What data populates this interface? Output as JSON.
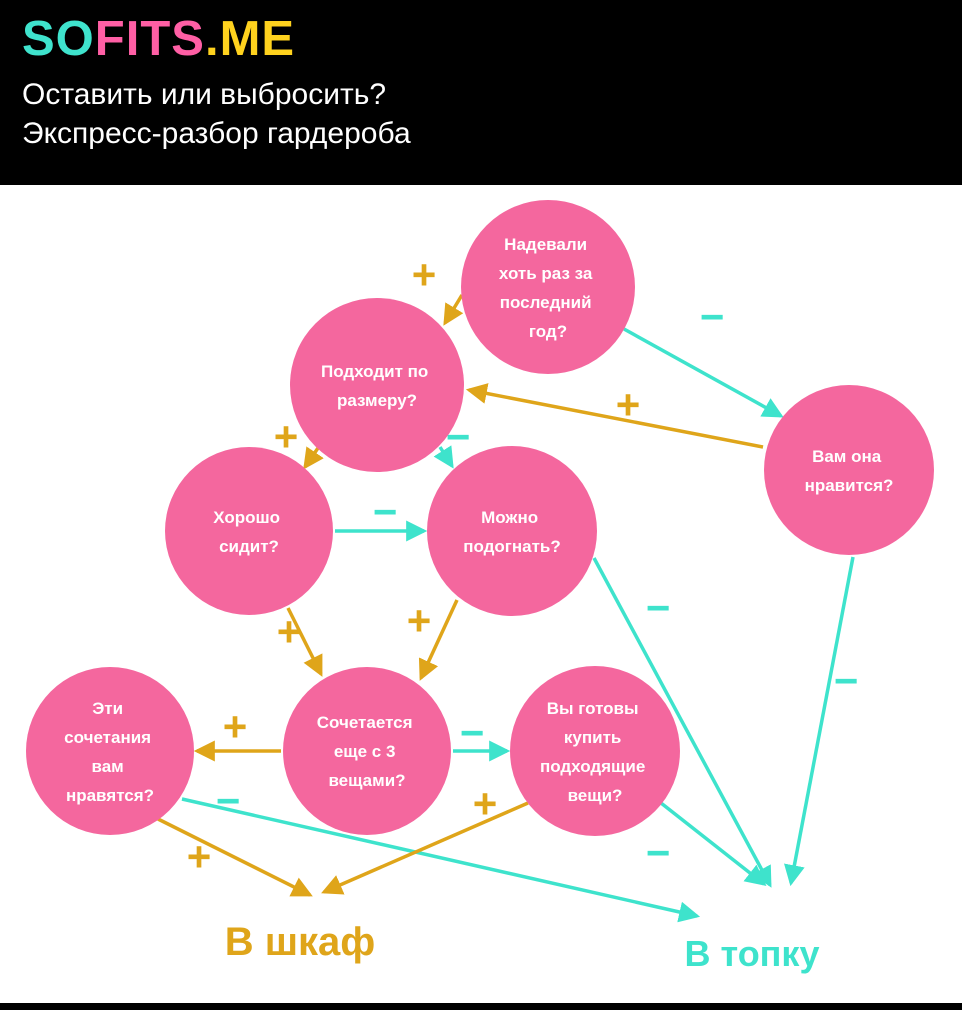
{
  "header": {
    "logo": {
      "part1": "SO",
      "part2": "FITS",
      "part3": ".ME"
    },
    "title_line1": "Оставить или выбросить?",
    "title_line2": "Экспресс-разбор гардероба"
  },
  "colors": {
    "header_bg": "#000000",
    "title_text": "#ffffff",
    "logo_teal": "#3fe3cd",
    "logo_pink": "#ff5fa5",
    "logo_yellow": "#ffd21e",
    "node": "#f4679e",
    "node_text": "#ffffff",
    "plus": "#dfa51a",
    "minus": "#3ee3cc"
  },
  "nodes": {
    "worn": {
      "lines": [
        "Надевали",
        "хоть раз за",
        "последний",
        "год?"
      ]
    },
    "size": {
      "lines": [
        "Подходит по",
        "размеру?"
      ]
    },
    "like": {
      "lines": [
        "Вам она",
        "нравится?"
      ]
    },
    "fits_well": {
      "lines": [
        "Хорошо",
        "сидит?"
      ]
    },
    "adjust": {
      "lines": [
        "Можно",
        "подогнать?"
      ]
    },
    "combos_like": {
      "lines": [
        "Эти",
        "сочетания",
        "вам",
        "нравятся?"
      ]
    },
    "combines": {
      "lines": [
        "Сочетается",
        "еще с 3",
        "вещами?"
      ]
    },
    "ready_buy": {
      "lines": [
        "Вы готовы",
        "купить",
        "подходящие",
        "вещи?"
      ]
    }
  },
  "outcomes": {
    "closet": "В шкаф",
    "furnace": "В топку"
  },
  "edges": [
    {
      "from": "worn",
      "to": "size",
      "sign": "+"
    },
    {
      "from": "worn",
      "to": "like",
      "sign": "−"
    },
    {
      "from": "like",
      "to": "size",
      "sign": "+"
    },
    {
      "from": "like",
      "to": "furnace",
      "sign": "−"
    },
    {
      "from": "size",
      "to": "fits_well",
      "sign": "+"
    },
    {
      "from": "size",
      "to": "adjust",
      "sign": "−"
    },
    {
      "from": "fits_well",
      "to": "adjust",
      "sign": "−"
    },
    {
      "from": "fits_well",
      "to": "combines",
      "sign": "+"
    },
    {
      "from": "adjust",
      "to": "combines",
      "sign": "+"
    },
    {
      "from": "adjust",
      "to": "furnace",
      "sign": "−"
    },
    {
      "from": "combines",
      "to": "combos_like",
      "sign": "+"
    },
    {
      "from": "combines",
      "to": "ready_buy",
      "sign": "−"
    },
    {
      "from": "combos_like",
      "to": "furnace",
      "sign": "−"
    },
    {
      "from": "combos_like",
      "to": "closet",
      "sign": "+"
    },
    {
      "from": "ready_buy",
      "to": "closet",
      "sign": "+"
    },
    {
      "from": "ready_buy",
      "to": "furnace",
      "sign": "−"
    }
  ]
}
